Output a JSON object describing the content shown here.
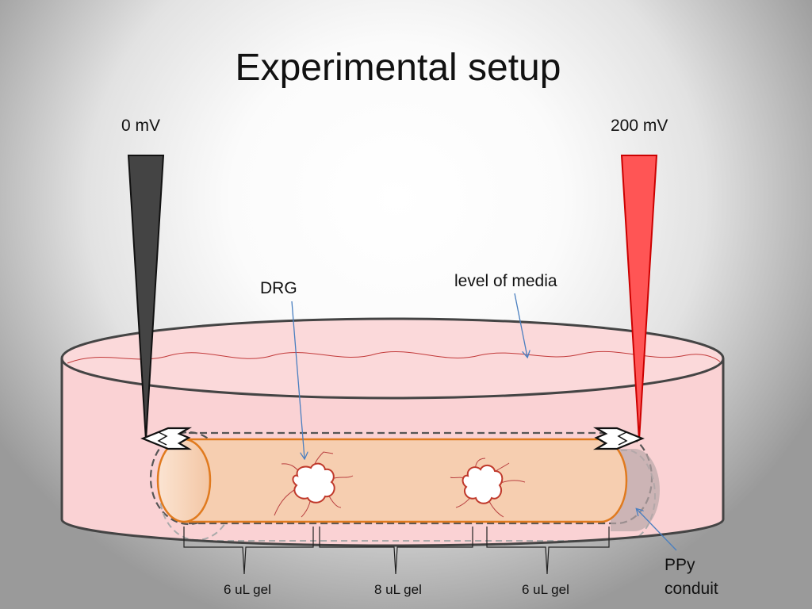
{
  "title": "Experimental setup",
  "electrodes": {
    "left_label": "0 mV",
    "right_label": "200 mV",
    "left_color": "#444444",
    "right_color": "#ff5555"
  },
  "labels": {
    "drg": "DRG",
    "media": "level of media",
    "conduit_line1": "PPy",
    "conduit_line2": "conduit"
  },
  "gel_segments": [
    {
      "label": "6 uL gel"
    },
    {
      "label": "8 uL gel"
    },
    {
      "label": "6 uL gel"
    }
  ],
  "colors": {
    "media": "#fad2d4",
    "conduit_fill": "#f6ceb0",
    "conduit_edge": "#e07a1e",
    "arrow": "#4a7fc0",
    "wave": "#c23a3a"
  }
}
